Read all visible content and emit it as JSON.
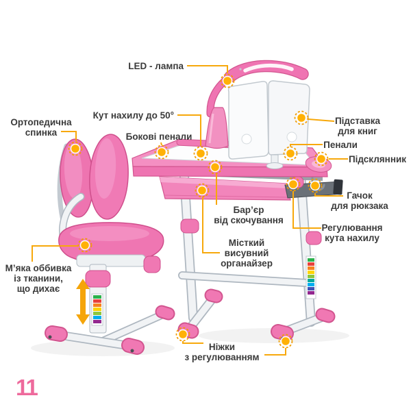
{
  "page": {
    "number": "11"
  },
  "colors": {
    "pink_main": "#ee74b1",
    "pink_light": "#f7abd2",
    "pink_outline": "#d2558f",
    "callout_dot": "#ffb106",
    "callout_line": "#f7a80b",
    "label_text": "#3a3a3a",
    "frame_fill": "#f1f3f5",
    "frame_outline": "#aeb7c0",
    "page_number": "#ee6a9c",
    "background": "#ffffff"
  },
  "callouts": {
    "led_lamp": {
      "lines": [
        "LED - лампа"
      ]
    },
    "tilt_angle": {
      "lines": [
        "Кут нахилу до 50°"
      ]
    },
    "backrest": {
      "lines": [
        "Ортопедична",
        "спинка"
      ]
    },
    "side_trays": {
      "lines": [
        "Бокові пенали"
      ]
    },
    "book_stand": {
      "lines": [
        "Підставка",
        "для книг"
      ]
    },
    "pencil_cases": {
      "lines": [
        "Пенали"
      ]
    },
    "cup_holder": {
      "lines": [
        "Підсклянник"
      ]
    },
    "hook": {
      "lines": [
        "Гачок",
        "для рюкзака"
      ]
    },
    "barrier": {
      "lines": [
        "Бар’єр",
        "від скочування"
      ]
    },
    "tilt_adjustment": {
      "lines": [
        "Регулювання",
        "кута нахилу"
      ]
    },
    "organizer": {
      "lines": [
        "Місткий",
        "висувний",
        "органайзер"
      ]
    },
    "upholstery": {
      "lines": [
        "М’яка оббивка",
        "із тканини,",
        "що дихає"
      ]
    },
    "feet": {
      "lines": [
        "Ніжки",
        "з регулюванням"
      ]
    }
  }
}
